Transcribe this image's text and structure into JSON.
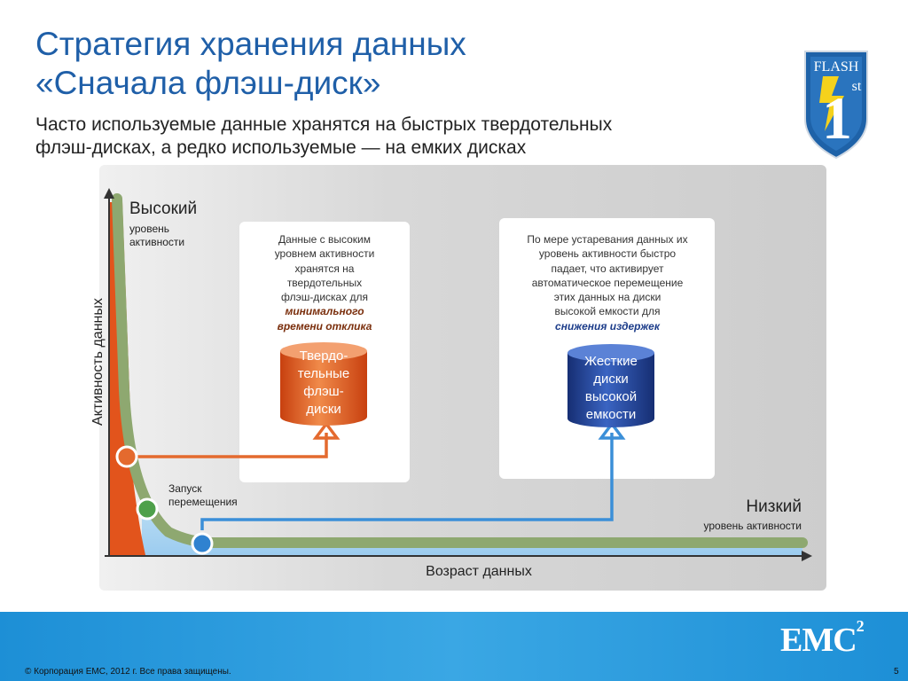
{
  "header": {
    "title_line1": "Стратегия хранения данных",
    "title_line2": "«Сначала флэш-диск»",
    "subtitle_line1": "Часто используемые данные хранятся на быстрых твердотельных",
    "subtitle_line2": "флэш-дисках, а редко используемые — на емких дисках"
  },
  "badge": {
    "top_text": "FLASH",
    "number": "1",
    "suffix": "st"
  },
  "diagram": {
    "y_axis_label": "Активность данных",
    "x_axis_label": "Возраст данных",
    "high_label": "Высокий",
    "high_sublabel_line1": "уровень",
    "high_sublabel_line2": "активности",
    "low_label": "Низкий",
    "low_sublabel": "уровень активности",
    "start_label_line1": "Запуск",
    "start_label_line2": "перемещения",
    "box_ssd": {
      "lines": [
        "Данные с высоким",
        "уровнем активности",
        "хранятся на",
        "твердотельных",
        "флэш-дисках для"
      ],
      "emphasis": [
        "минимального",
        "времени отклика"
      ]
    },
    "box_hdd": {
      "lines": [
        "По мере устаревания данных их",
        "уровень активности быстро",
        "падает, что активирует",
        "автоматическое перемещение",
        "этих данных на диски",
        "высокой емкости для"
      ],
      "emphasis": [
        "снижения издержек"
      ]
    },
    "cylinder_ssd": [
      "Твердо-",
      "тельные",
      "флэш-",
      "диски"
    ],
    "cylinder_hdd": [
      "Жесткие",
      "диски",
      "высокой",
      "емкости"
    ],
    "colors": {
      "ssd": "#e2541c",
      "hdd": "#1f3f96",
      "curve": "#8ea870",
      "arrow": "#3b8fd8",
      "dot_orange": "#e46a2e",
      "dot_green": "#4ea04a",
      "dot_blue": "#2f82d0"
    }
  },
  "footer": {
    "copyright": "© Корпорация EMC, 2012 г. Все права защищены.",
    "page_number": "5",
    "logo_text": "EMC",
    "logo_sup": "2"
  }
}
